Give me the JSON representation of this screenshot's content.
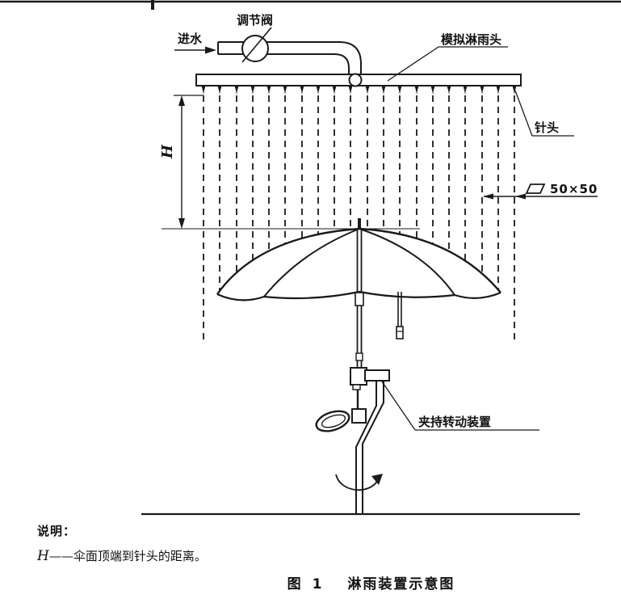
{
  "diagram": {
    "labels": {
      "water_inlet": "进水",
      "valve": "调节阀",
      "rain_head": "模拟淋雨头",
      "needle": "针头",
      "height": "H",
      "grid": "50×50",
      "clamp": "夹持转动装置"
    },
    "notes": {
      "heading": "说明：",
      "symbol": "H",
      "text": "——伞面顶端到针头的距离。"
    },
    "caption": {
      "number": "图 1",
      "title": "淋雨装置示意图"
    },
    "colors": {
      "line": "#1a1a1a",
      "background": "#ffffff"
    }
  }
}
